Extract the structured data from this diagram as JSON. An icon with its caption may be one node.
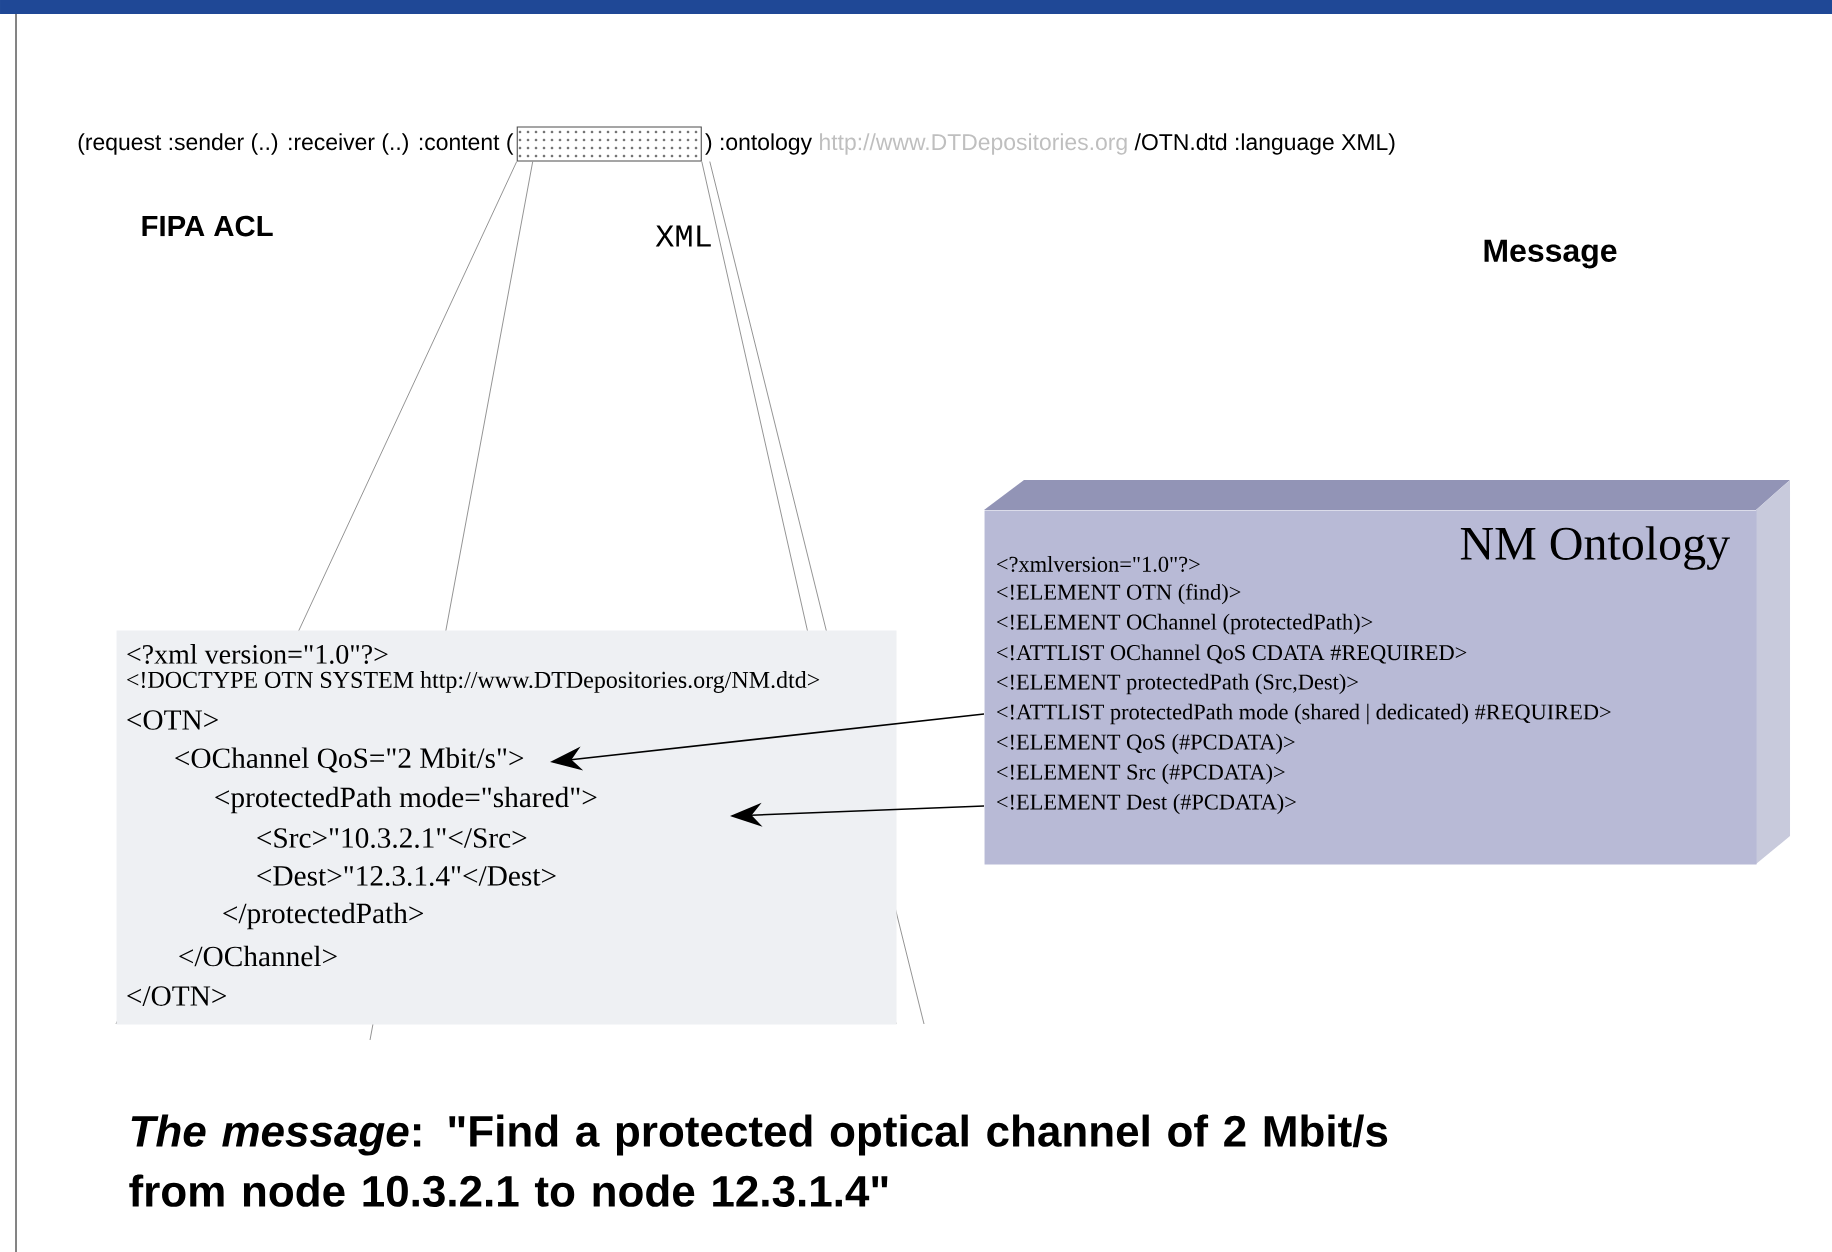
{
  "diagram": {
    "caption": "*The message*: \"Find a protected optical channel of 2 Mbit/s from node 10.3.2.1 to node 12.3.1.4\"",
    "nodes": [
      {
        "text": [
          "<?xml version=\"1.0\"?>",
          "<!DOCTYPE OTN SYSTEM http://www.DTDepositories.org/NM.dtd>",
          "<OTN>",
          "<OChannel QoS=\"2 Mbit/s\">",
          "<protectedPath mode=\"shared\">",
          "<Src>\"10.3.2.1\"</Src>",
          "<Dest>\"12.3.1.4\"</Dest>",
          "</protectedPath>",
          "</OChannel>",
          "</OTN>"
        ]
      },
      {
        "text": [
          "NM Ontology",
          "<?xmlversion=\"1.0\"?>",
          "<!ELEMENT OTN (find)>",
          "<!ELEMENT OChannel (protectedPath)>",
          "<!ATTLIST OChannel QoS CDATA #REQUIRED>",
          "<!ELEMENT protectedPath (Src,Dest)>",
          "<!ATTLIST protectedPath mode (shared | dedicated) #REQUIRED>",
          "<!ELEMENT QoS (#PCDATA)>",
          "<!ELEMENT Src (#PCDATA)>",
          "<!ELEMENT Dest (#PCDATA)>"
        ]
      }
    ],
    "edges": [
      {
        "from": 1,
        "to": 0,
        "arrow": "to"
      },
      {
        "from": 1,
        "to": 0,
        "arrow": "to"
      }
    ],
    "labels": [
      "(request :sender (..) :receiver (..) :content (",
      ") :ontology",
      "http://www.DTDepositories.org",
      "/OTN.dtd :language XML)",
      "FIPA ACL",
      "XML",
      "Message"
    ]
  }
}
